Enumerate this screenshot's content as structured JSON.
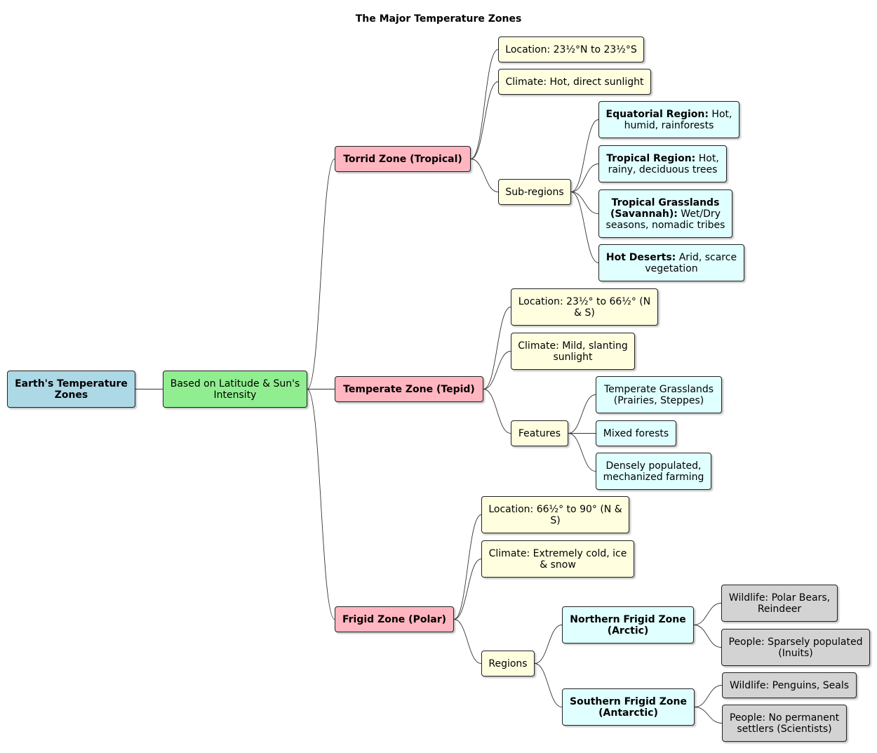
{
  "title": "The Major Temperature Zones",
  "colors": {
    "root": "#add8e6",
    "basis": "#90ee90",
    "zone": "#ffb6c1",
    "detail": "#ffffe0",
    "subdetail": "#e0ffff",
    "leaf": "#d3d3d3"
  },
  "nodes": {
    "root": "Earth's Temperature Zones",
    "basis": "Based on Latitude & Sun's Intensity",
    "torrid": {
      "label": "Torrid Zone (Tropical)",
      "location": "Location: 23½°N to 23½°S",
      "climate": "Climate: Hot, direct sunlight",
      "subregions": "Sub-regions",
      "equatorial_bold": "Equatorial Region:",
      "equatorial_text": " Hot, humid, rainforests",
      "tropical_bold": "Tropical Region:",
      "tropical_text": " Hot, rainy, deciduous trees",
      "grasslands_bold": "Tropical Grasslands (Savannah):",
      "grasslands_text": " Wet/Dry seasons, nomadic tribes",
      "deserts_bold": "Hot Deserts:",
      "deserts_text": " Arid, scarce vegetation"
    },
    "temperate": {
      "label": "Temperate Zone (Tepid)",
      "location": "Location: 23½° to 66½° (N & S)",
      "climate": "Climate: Mild, slanting sunlight",
      "features": "Features",
      "grasslands": "Temperate Grasslands (Prairies, Steppes)",
      "forests": "Mixed forests",
      "farming": "Densely populated, mechanized farming"
    },
    "frigid": {
      "label": "Frigid Zone (Polar)",
      "location": "Location: 66½° to 90° (N & S)",
      "climate": "Climate: Extremely cold, ice & snow",
      "regions": "Regions",
      "northern": "Northern Frigid Zone (Arctic)",
      "northern_wildlife": "Wildlife: Polar Bears, Reindeer",
      "northern_people": "People: Sparsely populated (Inuits)",
      "southern": "Southern Frigid Zone (Antarctic)",
      "southern_wildlife": "Wildlife: Penguins, Seals",
      "southern_people": "People: No permanent settlers (Scientists)"
    }
  }
}
